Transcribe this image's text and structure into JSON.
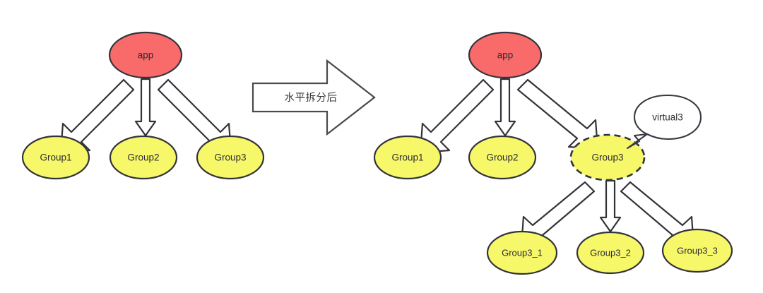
{
  "diagram": {
    "type": "node-graph",
    "title": "",
    "background_color": "#ffffff",
    "colors": {
      "app_node_fill": "#F96B6B",
      "group_node_fill": "#F7F76A",
      "node_stroke": "#33333a",
      "arrow_fill": "#ffffff",
      "arrow_stroke": "#33333a",
      "text_color": "#2b2b33",
      "big_arrow_stroke": "#4a4a4a",
      "callout_fill": "#ffffff",
      "callout_stroke": "#3a3a42"
    },
    "left_panel": {
      "root": {
        "label": "app",
        "shape": "ellipse",
        "fill": "#F96B6B",
        "border": "solid"
      },
      "children": [
        {
          "label": "Group1",
          "shape": "ellipse",
          "fill": "#F7F76A",
          "border": "solid"
        },
        {
          "label": "Group2",
          "shape": "ellipse",
          "fill": "#F7F76A",
          "border": "solid"
        },
        {
          "label": "Group3",
          "shape": "ellipse",
          "fill": "#F7F76A",
          "border": "solid"
        }
      ]
    },
    "transition": {
      "label": "水平拆分后",
      "shape": "block-arrow-right",
      "direction": "right"
    },
    "right_panel": {
      "root": {
        "label": "app",
        "shape": "ellipse",
        "fill": "#F96B6B",
        "border": "solid"
      },
      "children": [
        {
          "label": "Group1",
          "shape": "ellipse",
          "fill": "#F7F76A",
          "border": "solid"
        },
        {
          "label": "Group2",
          "shape": "ellipse",
          "fill": "#F7F76A",
          "border": "solid"
        },
        {
          "label": "Group3",
          "shape": "ellipse",
          "fill": "#F7F76A",
          "border": "dashed"
        }
      ],
      "callout": {
        "label": "virtual3",
        "shape": "speech-bubble",
        "points_to": "Group3"
      },
      "grandchildren": [
        {
          "label": "Group3_1",
          "shape": "ellipse",
          "fill": "#F7F76A",
          "border": "solid"
        },
        {
          "label": "Group3_2",
          "shape": "ellipse",
          "fill": "#F7F76A",
          "border": "solid"
        },
        {
          "label": "Group3_3",
          "shape": "ellipse",
          "fill": "#F7F76A",
          "border": "solid"
        }
      ]
    }
  }
}
